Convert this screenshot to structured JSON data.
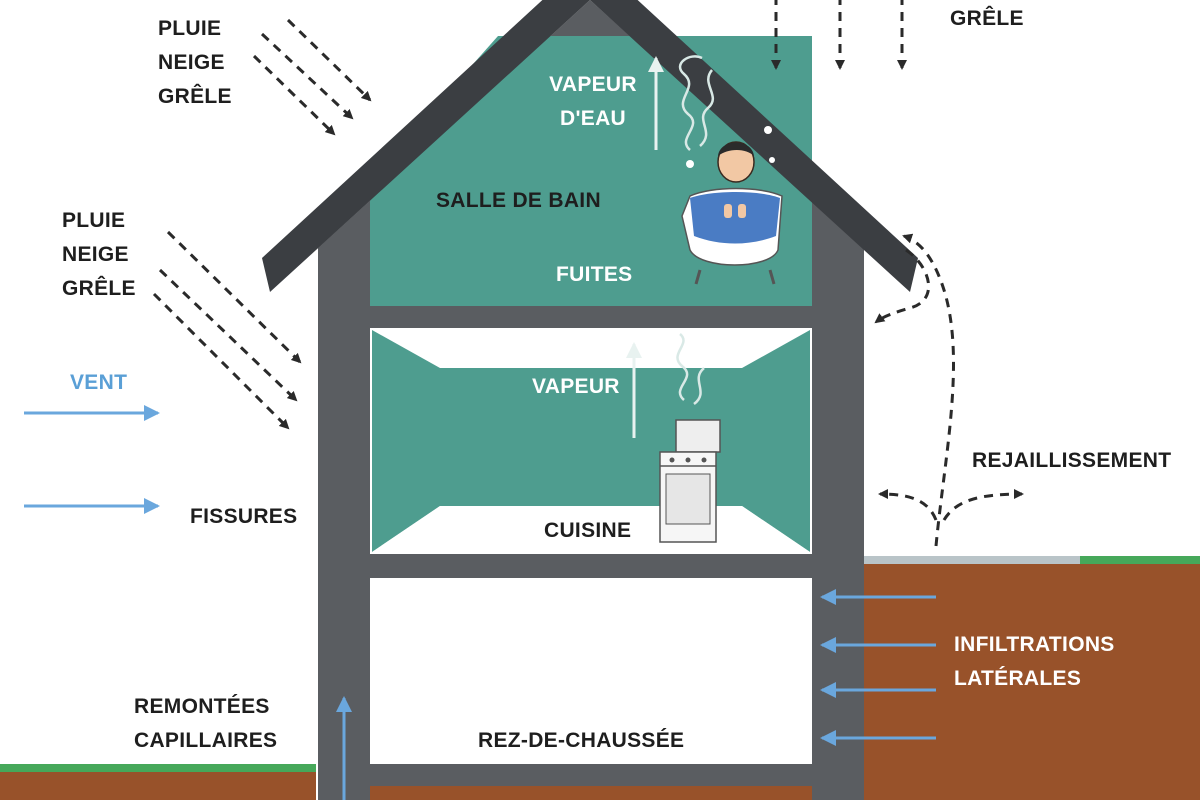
{
  "colors": {
    "teal": "#4e9d8f",
    "wall": "#5a5d61",
    "roof": "#3b3e42",
    "soil": "#98522a",
    "grass": "#46a85a",
    "arrow_blue": "#6aa7dd",
    "text_dark": "#1e1e1e"
  },
  "labels": {
    "precip_top_left": [
      "PLUIE",
      "NEIGE",
      "GRÊLE"
    ],
    "precip_mid_left": [
      "PLUIE",
      "NEIGE",
      "GRÊLE"
    ],
    "precip_top_right": "GRÊLE",
    "wind": "VENT",
    "cracks": "FISSURES",
    "rising_damp": [
      "REMONTÉES",
      "CAPILLAIRES"
    ],
    "splashback": "REJAILLISSEMENT",
    "lateral_infiltration": [
      "INFILTRATIONS",
      "LATÉRALES"
    ]
  },
  "rooms": {
    "bathroom": {
      "name": "SALLE DE BAIN",
      "vapor": [
        "VAPEUR",
        "D'EAU"
      ],
      "leaks": "FUITES"
    },
    "kitchen": {
      "name": "CUISINE",
      "vapor": "VAPEUR"
    },
    "ground_floor": {
      "name": "REZ-DE-CHAUSSÉE"
    }
  },
  "icons": {
    "bather": "person-in-bathtub-icon",
    "stove": "stove-with-pot-icon",
    "steam": "steam-swirl-icon"
  }
}
